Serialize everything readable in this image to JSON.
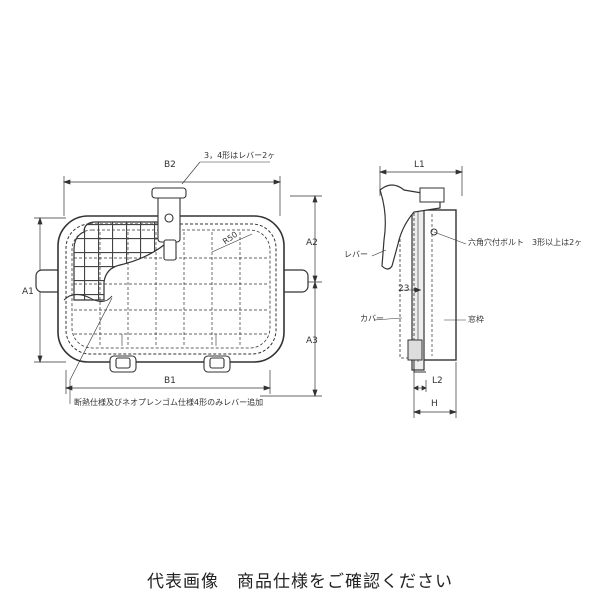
{
  "front_view": {
    "b2": "B2",
    "lever_note": "3，4形はレバー2ヶ",
    "radius": "R50",
    "a1": "A1",
    "a2": "A2",
    "a3": "A3",
    "b1": "B1",
    "bottom_note": "断熱仕様及びネオプレンゴム仕様4形のみレバー追加"
  },
  "side_view": {
    "l1": "L1",
    "lever": "レバー",
    "bolt_note": "六角穴付ボルト　3形以上は2ヶ",
    "dim_23": "23",
    "cover": "カバー",
    "window_frame": "窓枠",
    "l2": "L2",
    "h": "H"
  },
  "caption": "代表画像　商品仕様をご確認ください"
}
